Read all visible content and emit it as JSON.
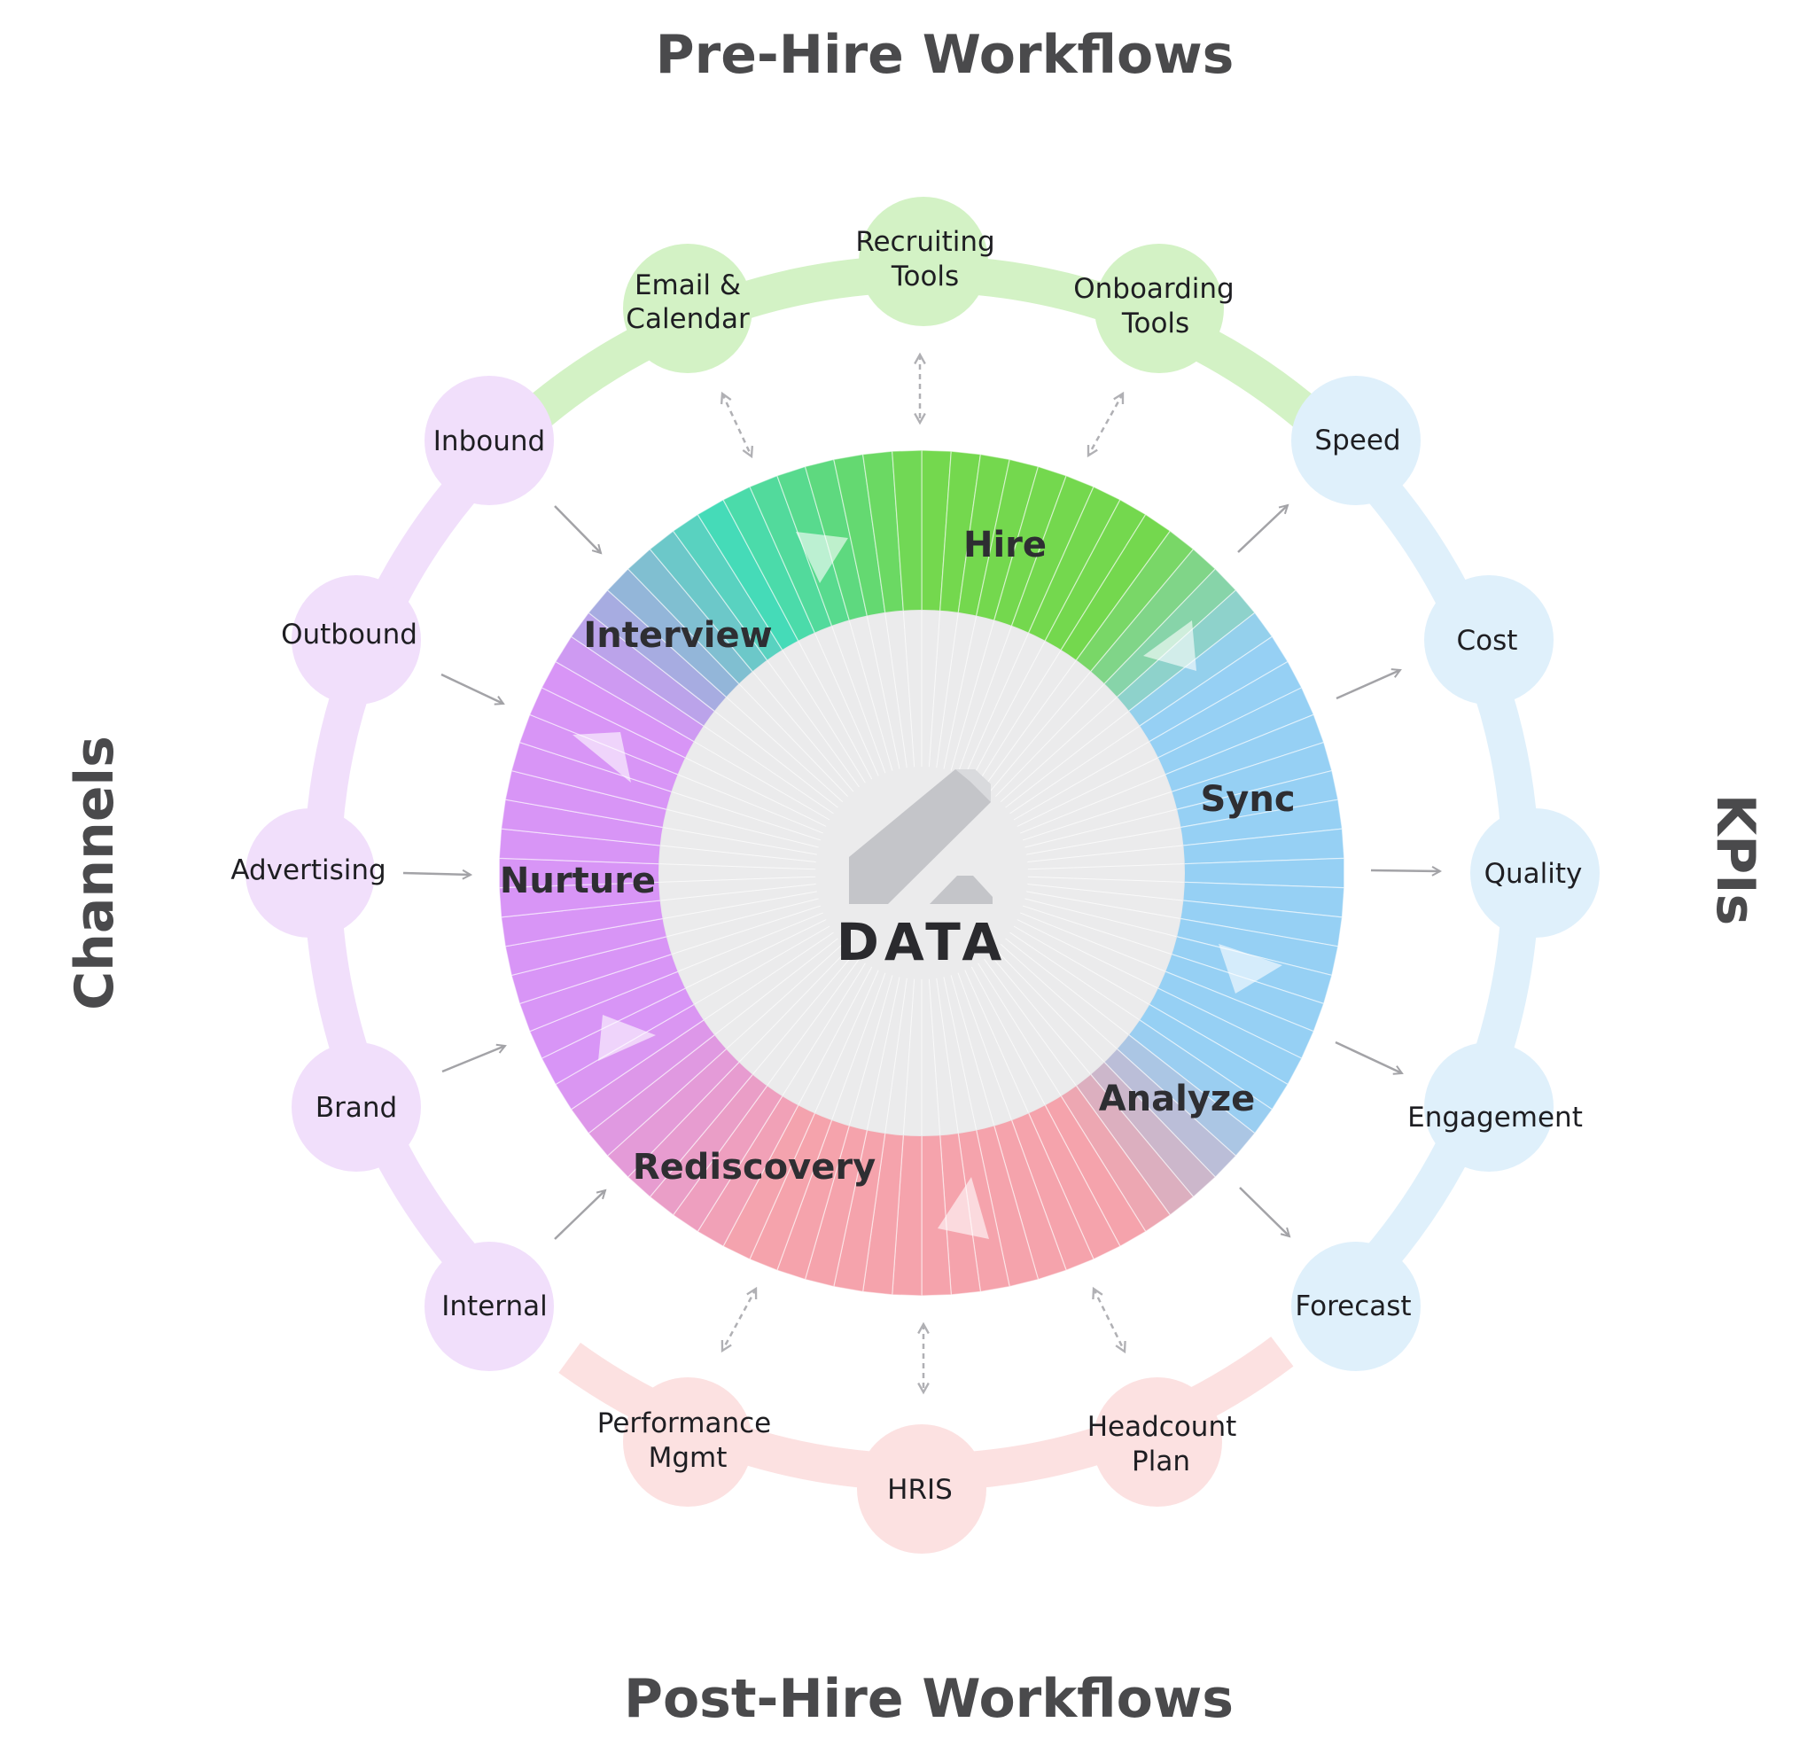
{
  "titles": {
    "top": "Pre-Hire Workflows",
    "bottom": "Post-Hire Workflows",
    "left": "Channels",
    "right": "KPIs"
  },
  "center": {
    "label": "DATA"
  },
  "stages": {
    "hire": "Hire",
    "interview": "Interview",
    "nurture": "Nurture",
    "rediscovery": "Rediscovery",
    "analyze": "Analyze",
    "sync": "Sync"
  },
  "pre_hire": {
    "email": [
      "Email &",
      "Calendar"
    ],
    "recruiting": [
      "Recruiting",
      "Tools"
    ],
    "onboarding": [
      "Onboarding",
      "Tools"
    ]
  },
  "post_hire": {
    "performance": [
      "Performance",
      "Mgmt"
    ],
    "hris": "HRIS",
    "headcount": [
      "Headcount",
      "Plan"
    ]
  },
  "channels": {
    "inbound": "Inbound",
    "outbound": "Outbound",
    "advertising": "Advertising",
    "brand": "Brand",
    "internal": "Internal"
  },
  "kpis": {
    "speed": "Speed",
    "cost": "Cost",
    "quality": "Quality",
    "engagement": "Engagement",
    "forecast": "Forecast"
  },
  "colors": {
    "pre_hire_arc": "#d3f2c5",
    "post_hire_arc": "#fce1e1",
    "channels_arc": "#f1dffb",
    "kpis_arc": "#dff0fb",
    "pre_hire_node": "#d3f2c5",
    "post_hire_node": "#fce1e1",
    "channels_node": "#f1dffb",
    "kpis_node": "#dff0fb",
    "ring_green": "#74d84e",
    "ring_teal": "#45dbb8",
    "ring_purple": "#d895f6",
    "ring_pink": "#f5a3ac",
    "ring_blue": "#96d0f4",
    "title_text": "#4a4a4c"
  },
  "icons": {
    "center_logo": "data-logo-icon",
    "direction_markers": "triangle-arrow-icon",
    "flow_arrows": "arrow-icon",
    "exchange_arrows": "double-arrow-icon"
  }
}
